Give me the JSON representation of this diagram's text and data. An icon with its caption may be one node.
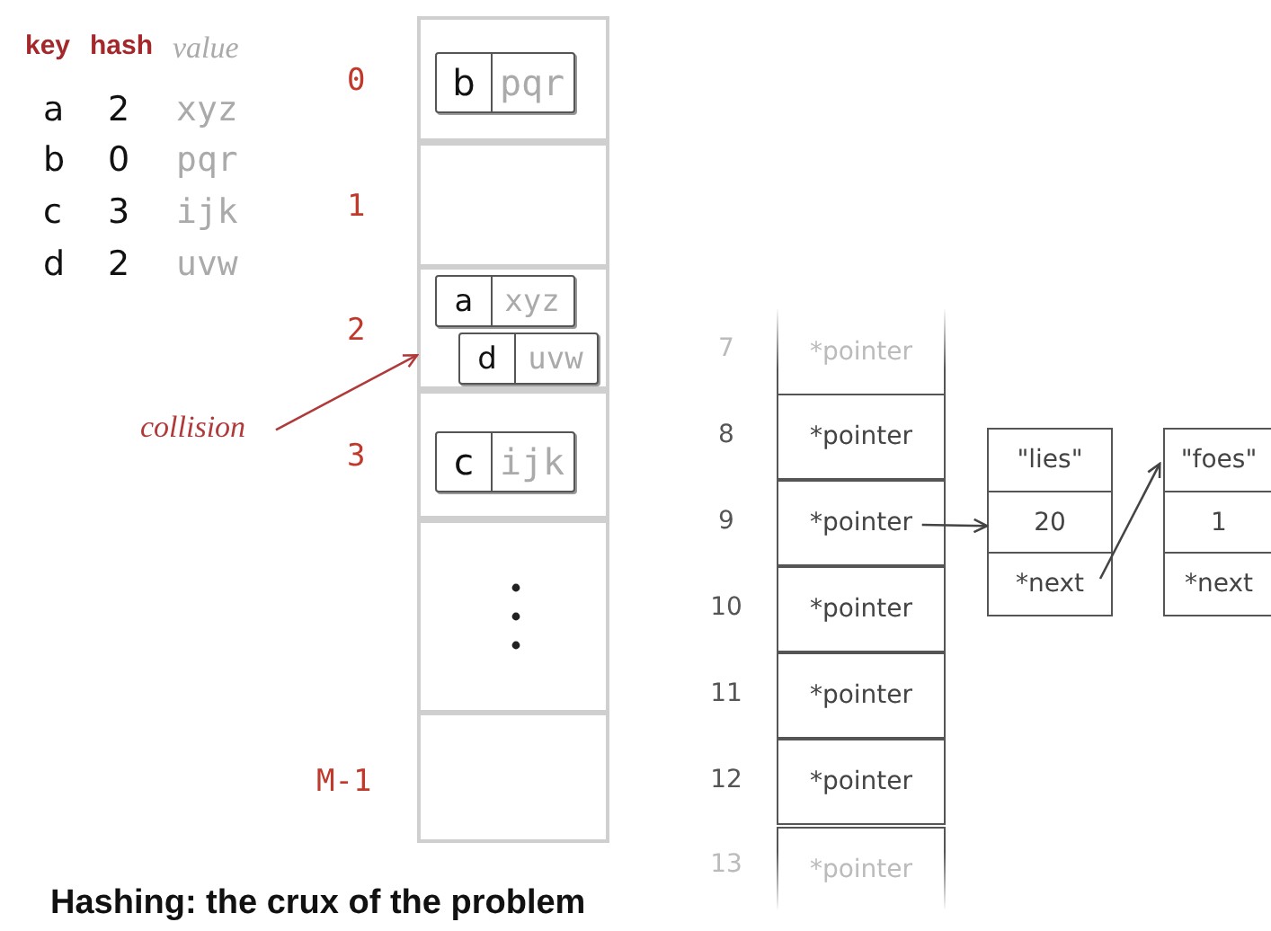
{
  "diagram": {
    "caption": "Hashing: the crux of the problem",
    "nodes": [
      {
        "text": [],
        "shape": "box",
        "beside": [
          "0"
        ]
      },
      {
        "text": [
          "b",
          "pqr"
        ],
        "in": 0
      },
      {
        "text": [],
        "shape": "box",
        "beside": [
          "1"
        ]
      },
      {
        "text": [],
        "shape": "box",
        "beside": [
          "2"
        ]
      },
      {
        "text": [
          "a",
          "xyz"
        ],
        "in": 3
      },
      {
        "text": [
          "d",
          "uvw"
        ],
        "in": 3
      },
      {
        "text": [],
        "shape": "box",
        "beside": [
          "3"
        ]
      },
      {
        "text": [
          "c",
          "ijk"
        ],
        "in": 6
      },
      {
        "text": [],
        "shape": "box"
      },
      {
        "text": [],
        "shape": "box",
        "beside": [
          "M-1"
        ]
      },
      {
        "text": [
          "collision"
        ]
      },
      {
        "text": [
          "*pointer"
        ],
        "beside": [
          "7"
        ]
      },
      {
        "text": [
          "*pointer"
        ],
        "beside": [
          "8"
        ]
      },
      {
        "text": [
          "*pointer"
        ],
        "beside": [
          "9"
        ]
      },
      {
        "text": [
          "*pointer"
        ],
        "beside": [
          "10"
        ]
      },
      {
        "text": [
          "*pointer"
        ],
        "beside": [
          "11"
        ]
      },
      {
        "text": [
          "*pointer"
        ],
        "beside": [
          "12"
        ]
      },
      {
        "text": [
          "*pointer"
        ],
        "beside": [
          "13"
        ]
      },
      {
        "text": [
          "\"lies\"",
          "20",
          "*next"
        ]
      },
      {
        "text": [
          "\"foes\"",
          "1",
          "*next"
        ]
      }
    ],
    "edges": [
      {
        "from": 10,
        "to": 3,
        "arrow": "to",
        "color": "#b03a3a"
      },
      {
        "from": 13,
        "to": 18,
        "arrow": "to"
      },
      {
        "from": 18,
        "to": 19,
        "arrow": "to"
      }
    ],
    "labels": [
      "key",
      "hash",
      "value",
      "a",
      "2",
      "xyz",
      "b",
      "0",
      "pqr",
      "c",
      "3",
      "ijk",
      "d",
      "2",
      "uvw"
    ]
  }
}
